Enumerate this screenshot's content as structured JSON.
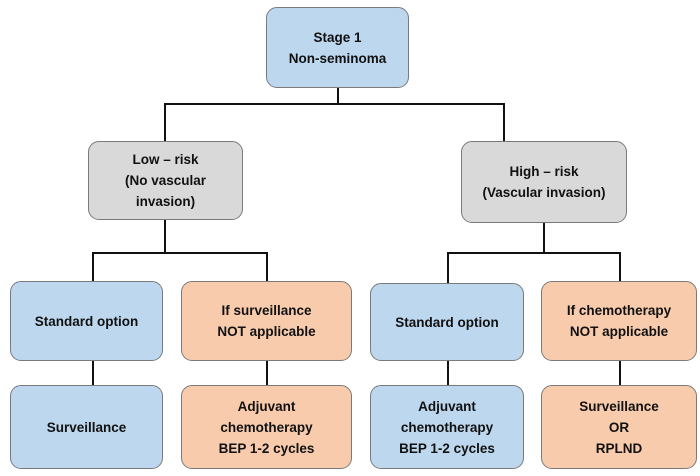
{
  "root": {
    "lines": [
      "Stage 1",
      "Non-seminoma"
    ]
  },
  "branches": [
    {
      "risk": {
        "lines": [
          "Low – risk",
          "(No vascular",
          "invasion)"
        ]
      },
      "standard": {
        "label": {
          "lines": [
            "Standard option"
          ]
        },
        "result": {
          "lines": [
            "Surveillance"
          ]
        }
      },
      "alternative": {
        "label": {
          "lines": [
            "If surveillance",
            "NOT applicable"
          ]
        },
        "result": {
          "lines": [
            "Adjuvant",
            "chemotherapy",
            "BEP 1-2 cycles"
          ]
        }
      }
    },
    {
      "risk": {
        "lines": [
          "High – risk",
          "(Vascular invasion)"
        ]
      },
      "standard": {
        "label": {
          "lines": [
            "Standard option"
          ]
        },
        "result": {
          "lines": [
            "Adjuvant",
            "chemotherapy",
            "BEP 1-2 cycles"
          ]
        }
      },
      "alternative": {
        "label": {
          "lines": [
            "If chemotherapy",
            "NOT applicable"
          ]
        },
        "result": {
          "lines": [
            "Surveillance",
            "OR",
            "RPLND"
          ]
        }
      }
    }
  ],
  "colors": {
    "standard": "#bdd7ee",
    "risk": "#d9d9d9",
    "alternative": "#f8cbad"
  }
}
